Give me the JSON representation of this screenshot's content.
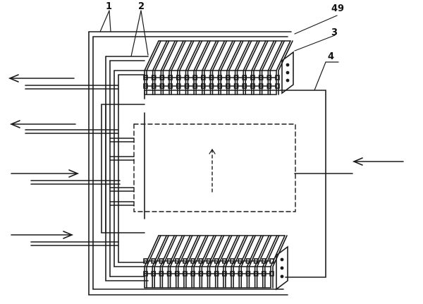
{
  "labels": {
    "l1": "1",
    "l2": "2",
    "l49": "49",
    "l3": "3",
    "l4": "4"
  },
  "colors": {
    "ink": "#1a1a1a",
    "paper": "#ffffff"
  }
}
